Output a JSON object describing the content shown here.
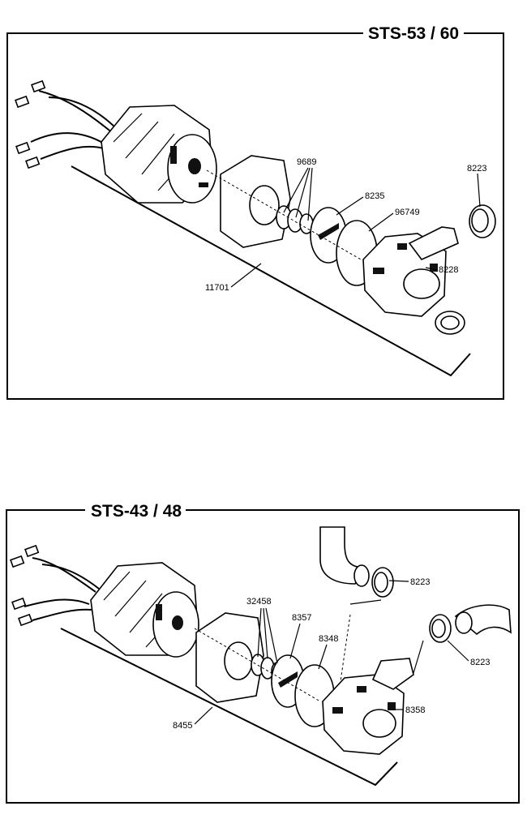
{
  "diagrams": [
    {
      "title": "STS-53 / 60",
      "labels": [
        "9689",
        "8223",
        "8235",
        "96749",
        "8228",
        "11701"
      ]
    },
    {
      "title": "STS-43 / 48",
      "labels": [
        "8223",
        "32458",
        "8357",
        "8348",
        "8223",
        "8358",
        "8455"
      ]
    }
  ]
}
